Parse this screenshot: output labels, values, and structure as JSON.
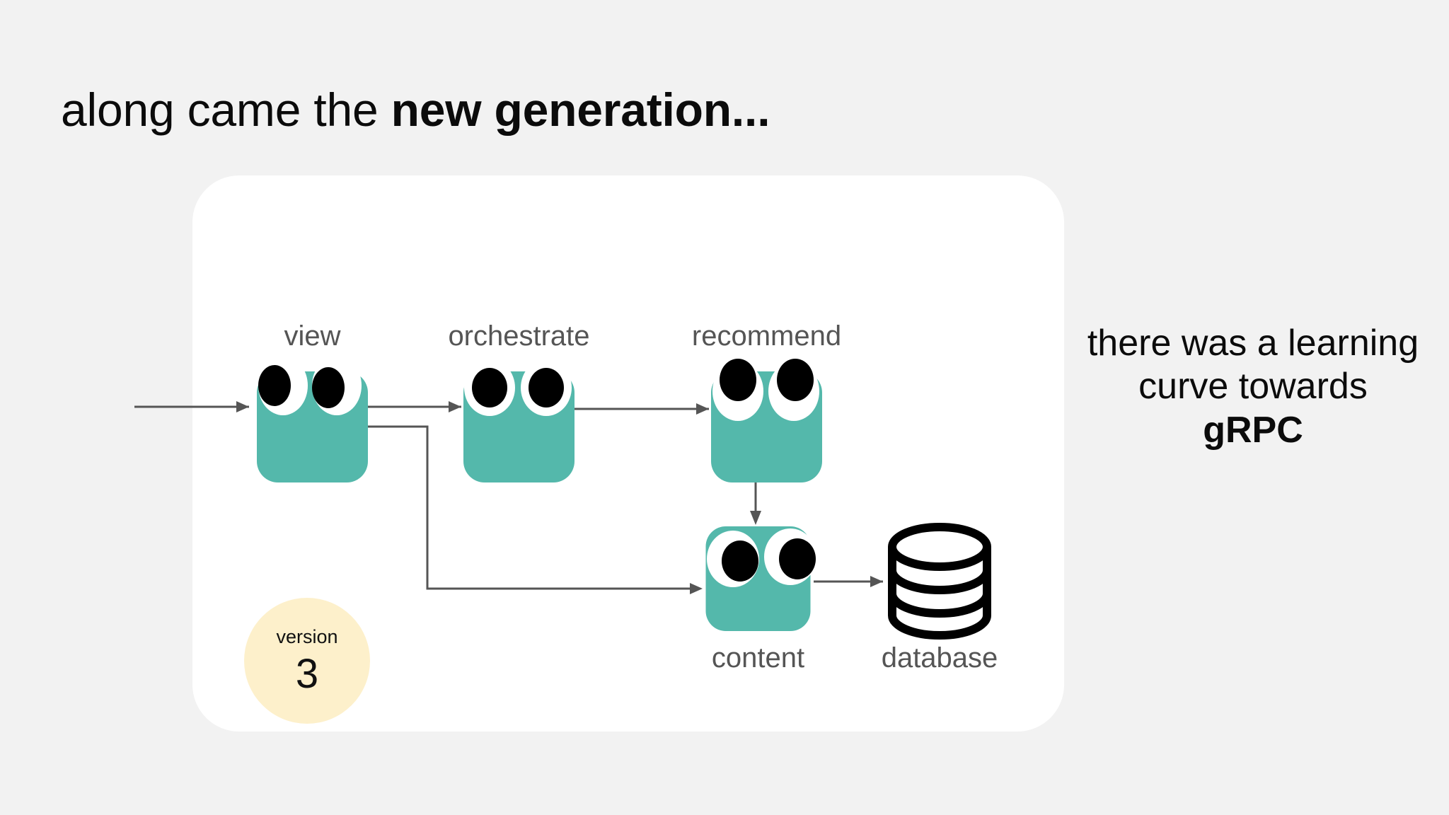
{
  "slide": {
    "background_color": "#f2f2f2",
    "title": {
      "lead": "along came the ",
      "emphasis": "new generation..."
    },
    "side_caption": {
      "lead": "there was a learning curve towards ",
      "emphasis": "gRPC"
    }
  },
  "card": {
    "background_color": "#ffffff",
    "version_badge": {
      "word": "version",
      "number": "3",
      "color": "#fdf0cb"
    }
  },
  "diagram": {
    "node_color": "#54b8ab",
    "edge_color": "#555555",
    "nodes": [
      {
        "id": "view",
        "label": "view",
        "kind": "service"
      },
      {
        "id": "orchestrate",
        "label": "orchestrate",
        "kind": "service"
      },
      {
        "id": "recommend",
        "label": "recommend",
        "kind": "service"
      },
      {
        "id": "content",
        "label": "content",
        "kind": "service"
      },
      {
        "id": "database",
        "label": "database",
        "kind": "datastore"
      }
    ],
    "edges": [
      {
        "from": "ingress",
        "to": "view"
      },
      {
        "from": "view",
        "to": "orchestrate"
      },
      {
        "from": "orchestrate",
        "to": "recommend"
      },
      {
        "from": "recommend",
        "to": "content"
      },
      {
        "from": "view",
        "to": "content"
      },
      {
        "from": "content",
        "to": "database"
      }
    ]
  },
  "icons": {
    "googly_eye": "googly-eye-icon",
    "database_cylinder": "database-cylinder-icon",
    "arrow_head": "arrow-head-icon"
  }
}
